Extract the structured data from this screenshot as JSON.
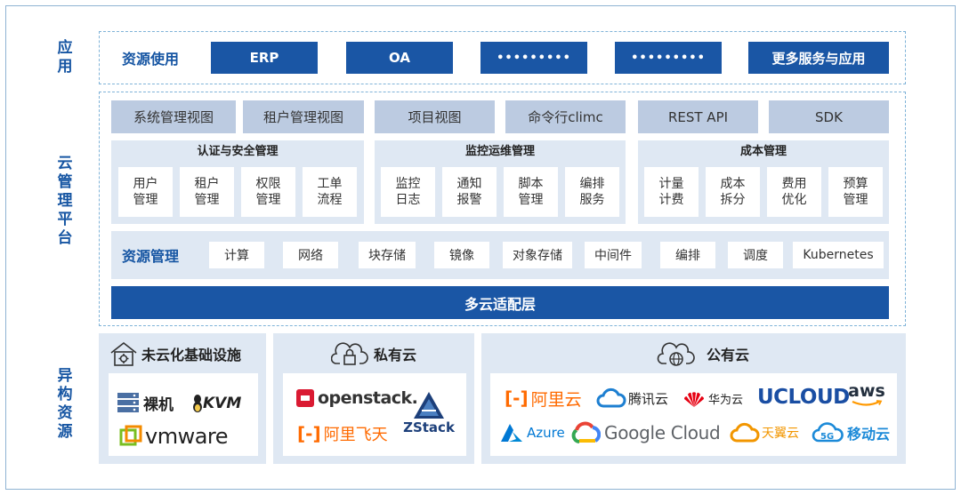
{
  "side_labels": {
    "app": "应用",
    "cloud": "云管理平台",
    "infra": "异构资源"
  },
  "resource_use": {
    "title": "资源使用",
    "items": [
      "ERP",
      "OA",
      "•••••••••",
      "•••••••••",
      "更多服务与应用"
    ]
  },
  "views": [
    "系统管理视图",
    "租户管理视图",
    "项目视图",
    "命令行climc",
    "REST API",
    "SDK"
  ],
  "panels": [
    {
      "title": "认证与安全管理",
      "cells": [
        "用户\n管理",
        "租户\n管理",
        "权限\n管理",
        "工单\n流程"
      ]
    },
    {
      "title": "监控运维管理",
      "cells": [
        "监控\n日志",
        "通知\n报警",
        "脚本\n管理",
        "编排\n服务"
      ]
    },
    {
      "title": "成本管理",
      "cells": [
        "计量\n计费",
        "成本\n拆分",
        "费用\n优化",
        "预算\n管理"
      ]
    }
  ],
  "resource_mgmt": {
    "title": "资源管理",
    "items": [
      "计算",
      "网络",
      "块存储",
      "镜像",
      "对象存储",
      "中间件",
      "编排",
      "调度",
      "Kubernetes"
    ]
  },
  "adapter_layer": "多云适配层",
  "infra": {
    "noncloud": {
      "title": "未云化基础设施",
      "icon": "server-gear-icon",
      "logos": [
        "裸机",
        "KVM",
        "vmware"
      ]
    },
    "private": {
      "title": "私有云",
      "icon": "cloud-lock-icon",
      "logos": [
        "openstack.",
        "阿里飞天",
        "ZStack"
      ]
    },
    "public": {
      "title": "公有云",
      "icon": "cloud-globe-icon",
      "logos": [
        "阿里云",
        "腾讯云",
        "华为云",
        "UCLOUD",
        "aws",
        "Azure",
        "Google Cloud",
        "天翼云",
        "移动云"
      ]
    }
  },
  "colors": {
    "primary": "#1a56a5",
    "light_panel": "#dfe8f3",
    "view_bg": "#bccbe1",
    "dashed": "#7fb3d8",
    "aliyun_orange": "#ff6a00",
    "huawei_red": "#e60012",
    "ucloud_blue": "#1a4ea3"
  }
}
